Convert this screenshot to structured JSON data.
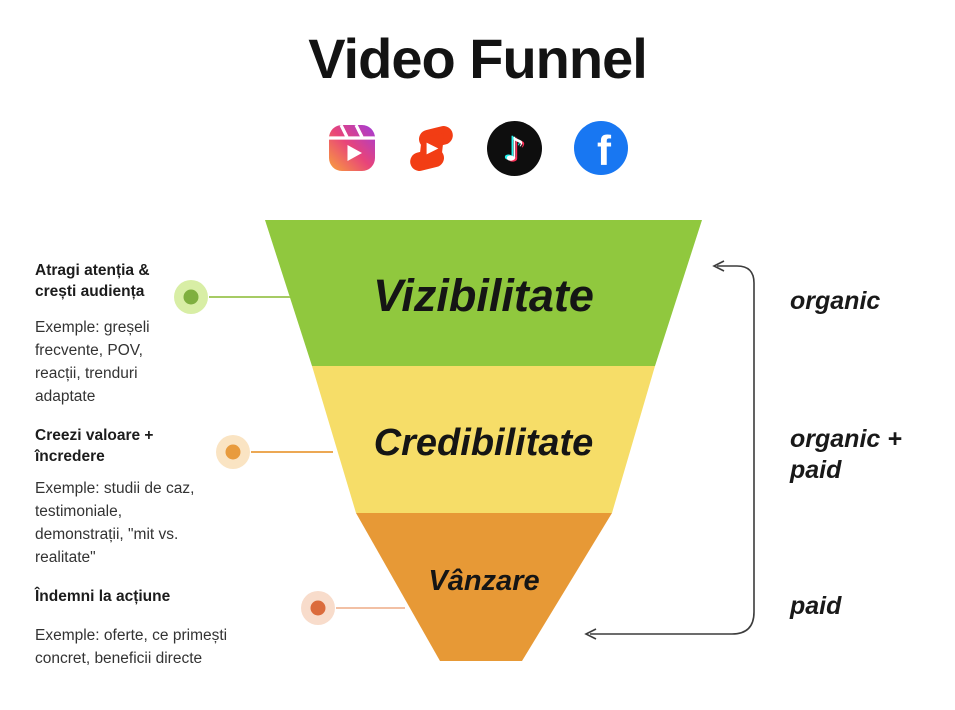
{
  "title": "Video Funnel",
  "icons": {
    "reels": {
      "name": "instagram-reels",
      "gradient": [
        "#F9A13B",
        "#E8447A",
        "#A23BD9"
      ]
    },
    "shorts": {
      "name": "youtube-shorts",
      "color": "#F23D14"
    },
    "tiktok": {
      "name": "tiktok",
      "bg": "#0E0E0E",
      "glyph": "♪",
      "glitch_cyan": "#25F4EE",
      "glitch_pink": "#FE2C55"
    },
    "facebook": {
      "name": "facebook",
      "bg": "#1877F2",
      "glyph": "f"
    }
  },
  "funnel": {
    "stages": [
      {
        "label": "Vizibilitate",
        "color": "#90C83E",
        "right_label": "organic"
      },
      {
        "label": "Credibilitate",
        "color": "#F6DD68",
        "right_label": "organic +\npaid"
      },
      {
        "label": "Vânzare",
        "color": "#E79936",
        "right_label": "paid"
      }
    ]
  },
  "bracket": {
    "color": "#3C3C3C"
  },
  "annotations": [
    {
      "heading": "Atragi atenția &\ncrești audiența",
      "body": "Exemple: greșeli\nfrecvente, POV,\nreacții, trenduri\nadaptate",
      "dot_color": "#7FAF3F",
      "halo_color": "#D8EEA5",
      "line_color": "#A6CB64"
    },
    {
      "heading": "Creezi valoare +\nîncredere",
      "body": "Exemple: studii de caz,\ntestimoniale,\ndemonstrații, \"mit vs.\nrealitate\"",
      "dot_color": "#E89B3D",
      "halo_color": "#FAE4C3",
      "line_color": "#ECA854"
    },
    {
      "heading": "Îndemni la acțiune",
      "body": "Exemple: oferte, ce primești\nconcret, beneficii directe",
      "dot_color": "#DB6B3C",
      "halo_color": "#F8DCCB",
      "line_color": "#F2C0A4"
    }
  ]
}
